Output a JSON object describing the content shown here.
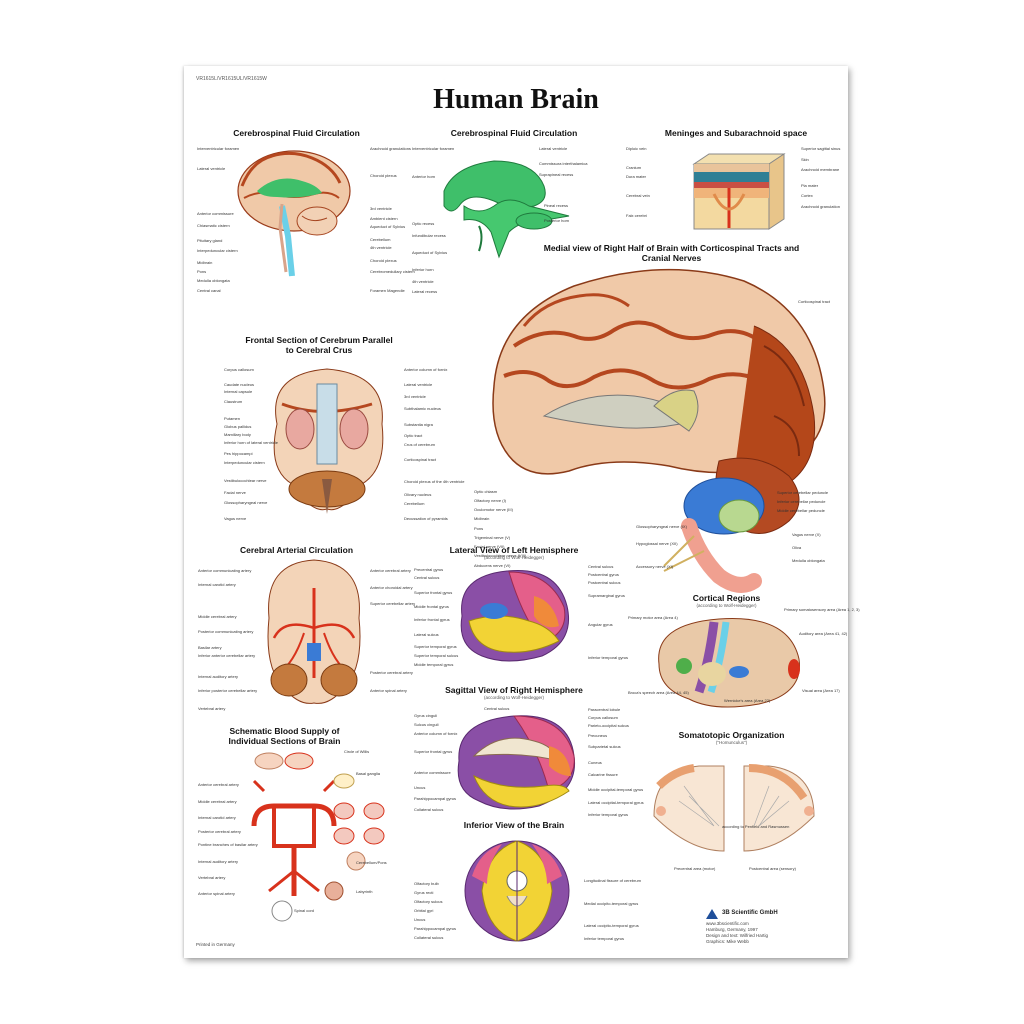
{
  "poster": {
    "code": "VR1615L/VR1615UL/VR1615W",
    "title": "Human Brain",
    "printed": "Printed in Germany",
    "publisher": "3B Scientific GmbH",
    "credits": [
      "www.3bscientific.com",
      "Hamburg, Germany, 1997",
      "Design and text: Wilfried Hartig",
      "Graphics: Mike Webb"
    ]
  },
  "sections": {
    "csf1": "Cerebrospinal Fluid Circulation",
    "csf2": "Cerebrospinal Fluid Circulation",
    "meninges": "Meninges and Subarachnoid space",
    "medial": "Medial view of Right Half of Brain with Corticospinal Tracts and Cranial Nerves",
    "frontal": "Frontal Section of Cerebrum Parallel to Cerebral Crus",
    "arterial": "Cerebral Arterial Circulation",
    "lateral": "Lateral View of Left Hemisphere",
    "lateral_sub": "(according to Wolf-Heidegger)",
    "cortical": "Cortical Regions",
    "cortical_sub": "(according to Wolf-Heidegger)",
    "schematic": "Schematic Blood Supply of Individual Sections of Brain",
    "sagittal": "Sagittal View of Right Hemisphere",
    "sagittal_sub": "(according to Wolf-Heidegger)",
    "somato": "Somatotopic Organization",
    "somato_sub": "(\"Homunculus\")",
    "inferior": "Inferior View of the Brain"
  },
  "labels": {
    "csf1_left": [
      "Interventricular foramen",
      "Lateral ventricle",
      "Anterior commissure",
      "Chiasmatic cistern",
      "Pituitary gland",
      "Interpeduncular cistern",
      "Midbrain",
      "Pons",
      "Medulla oblongata",
      "Central canal"
    ],
    "csf1_right": [
      "Arachnoid granulations",
      "Choroid plexus",
      "3rd ventricle",
      "Ambient cistern",
      "Aqueduct of Sylvius",
      "Cerebellum",
      "4th ventricle",
      "Choroid plexus",
      "Cerebromedullary cistern",
      "Foramen Magendie"
    ],
    "csf2_left": [
      "Interventricular foramen",
      "Anterior horn",
      "Optic recess",
      "Infundibular recess",
      "Aqueduct of Sylvius",
      "Inferior horn",
      "4th ventricle",
      "Lateral recess"
    ],
    "csf2_right": [
      "Lateral ventricle",
      "Commissura interthalamica",
      "Suprapineal recess",
      "Pineal recess",
      "Posterior horn"
    ],
    "meninges_left": [
      "Diploic vein",
      "Cranium",
      "Dura mater",
      "Cerebral vein",
      "Falx cerebri"
    ],
    "meninges_right": [
      "Superior sagittal sinus",
      "Skin",
      "Arachnoid membrane",
      "Pia mater",
      "Cortex",
      "Arachnoid granulation"
    ],
    "medial_left": [
      "Optic chiasm",
      "Olfactory nerve (I)",
      "Oculomotor nerve (III)",
      "Midbrain",
      "Pons",
      "Trigeminal nerve (V)",
      "Facial nerve (VII)",
      "Vestibulocochlear nerve (VIII)",
      "Abducens nerve (VI)"
    ],
    "medial_right": [
      "Corticospinal tract",
      "Superior cerebellar peduncle",
      "Inferior cerebellar peduncle",
      "Middle cerebellar peduncle"
    ],
    "medial_bottom_left": [
      "Glossopharyngeal nerve (IX)",
      "Hypoglossal nerve (XII)",
      "Accessory nerve (XI)"
    ],
    "medial_bottom_right": [
      "Vagus nerve (X)",
      "Oliva",
      "Medulla oblongata"
    ],
    "frontal_left": [
      "Corpus callosum",
      "Caudate nucleus",
      "Internal capsule",
      "Claustrum",
      "Putamen",
      "Globus pallidus",
      "Mamillary body",
      "Inferior horn of lateral ventricle",
      "Pes hippocampi",
      "Interpeduncular cistern",
      "Vestibulocochlear nerve",
      "Facial nerve",
      "Glossopharyngeal nerve",
      "Vagus nerve"
    ],
    "frontal_right": [
      "Anterior column of fornix",
      "Lateral ventricle",
      "3rd ventricle",
      "Subthalamic nucleus",
      "Substantia nigra",
      "Optic tract",
      "Crus of cerebrum",
      "Corticospinal tract",
      "Choroid plexus of the 4th ventricle",
      "Olivary nucleus",
      "Cerebellum",
      "Decussation of pyramids"
    ],
    "arterial_left": [
      "Anterior communicating artery",
      "Internal carotid artery",
      "Middle cerebral artery",
      "Posterior communicating artery",
      "Basilar artery",
      "Inferior anterior cerebellar artery",
      "Internal auditory artery",
      "Inferior posterior cerebellar artery",
      "Vertebral artery"
    ],
    "arterial_right": [
      "Anterior cerebral artery",
      "Anterior choroidal artery",
      "Superior cerebellar artery",
      "Posterior cerebral artery",
      "Anterior spinal artery"
    ],
    "lateral_left": [
      "Precentral gyrus",
      "Central sulcus",
      "Superior frontal gyrus",
      "Middle frontal gyrus",
      "Inferior frontal gyrus",
      "Lateral sulcus",
      "Superior temporal gyrus",
      "Superior temporal sulcus",
      "Middle temporal gyrus"
    ],
    "lateral_right": [
      "Central sulcus",
      "Postcentral gyrus",
      "Postcentral sulcus",
      "Supramarginal gyrus",
      "Angular gyrus",
      "Inferior temporal gyrus"
    ],
    "cortical_left": [
      "Primary motor area (Area 4)",
      "Broca's speech area (Area 44, 45)"
    ],
    "cortical_right": [
      "Primary somatosensory area (Area 1, 2, 3)",
      "Auditory area (Area 41, 42)",
      "Visual area (Area 17)",
      "Wernicke's area (Area 22)"
    ],
    "schematic": [
      "Circle of Willis",
      "Anterior cerebral artery",
      "Middle cerebral artery",
      "Internal carotid artery",
      "Posterior cerebral artery",
      "Pontine branches of basilar artery",
      "Internal auditory artery",
      "Vertebral artery",
      "Anterior spinal artery",
      "Basal ganglia",
      "Cerebellum/Pons",
      "Labyrinth",
      "Spinal cord"
    ],
    "sagittal_left": [
      "Gyrus cinguli",
      "Sulcus cinguli",
      "Anterior column of fornix",
      "Superior frontal gyrus",
      "Anterior commissure",
      "Uncus",
      "Parahippocampal gyrus",
      "Collateral sulcus"
    ],
    "sagittal_right": [
      "Central sulcus",
      "Paracentral lobule",
      "Corpus callosum",
      "Parieto-occipital sulcus",
      "Precuneus",
      "Subparietal sulcus",
      "Cuneus",
      "Calcarine fissure",
      "Middle occipital-temporal gyrus",
      "Lateral occipital-temporal gyrus",
      "Inferior temporal gyrus"
    ],
    "inferior_left": [
      "Olfactory bulb",
      "Gyrus recti",
      "Olfactory sulcus",
      "Orbital gyri",
      "Uncus",
      "Parahippocampal gyrus",
      "Collateral sulcus"
    ],
    "inferior_right": [
      "Longitudinal fissure of cerebrum",
      "Medial occipito-temporal gyrus",
      "Lateral occipito-temporal gyrus",
      "Inferior temporal gyrus"
    ],
    "somato": [
      "according to Penfield and Rasmussen",
      "Precentral area (motor)",
      "Postcentral area (sensory)"
    ]
  },
  "colors": {
    "brain": "#f0c9a8",
    "gyri": "#b5471f",
    "csf": "#3fbf6a",
    "csf_blue": "#6ad0e8",
    "artery": "#d8321c",
    "purple": "#8a4fa6",
    "yellow": "#f2d335",
    "orange": "#f08a3a",
    "pink": "#e45f8a",
    "blue": "#3a7bd5",
    "teal": "#4fb7b0"
  }
}
